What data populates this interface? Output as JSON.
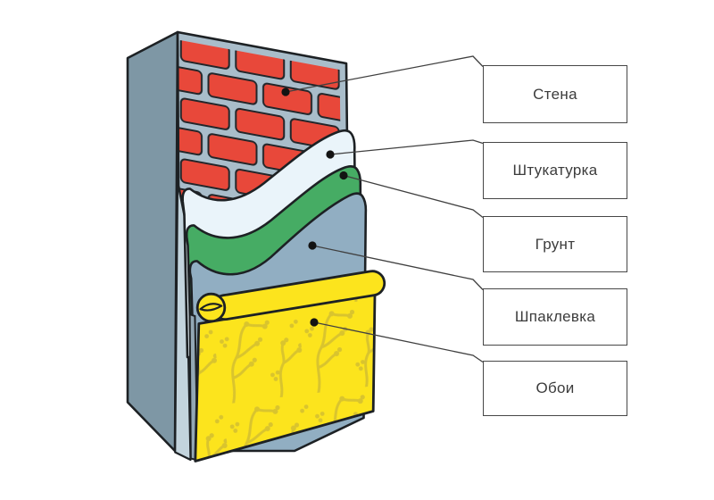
{
  "labels": [
    {
      "id": "wall",
      "text": "Стена"
    },
    {
      "id": "plaster",
      "text": "Штукатурка"
    },
    {
      "id": "primer",
      "text": "Грунт"
    },
    {
      "id": "putty",
      "text": "Шпаклевка"
    },
    {
      "id": "wallpaper",
      "text": "Обои"
    }
  ],
  "colors": {
    "background": "#ffffff",
    "wall_side": "#7e97a5",
    "edge_light": "#c3d4dd",
    "edge_medium": "#93a8b5",
    "mortar": "#a9bdca",
    "brick_red": "#e8483a",
    "plaster_white": "#eaf4fa",
    "primer_green": "#46ac64",
    "putty_blue": "#91aec2",
    "wallpaper_yellow": "#fce41d",
    "wallpaper_pattern": "#d9c42e",
    "outline": "#1d2124",
    "leader_line": "#404040",
    "label_border": "#474747",
    "label_text": "#3c3c3c",
    "dot": "#131313"
  }
}
